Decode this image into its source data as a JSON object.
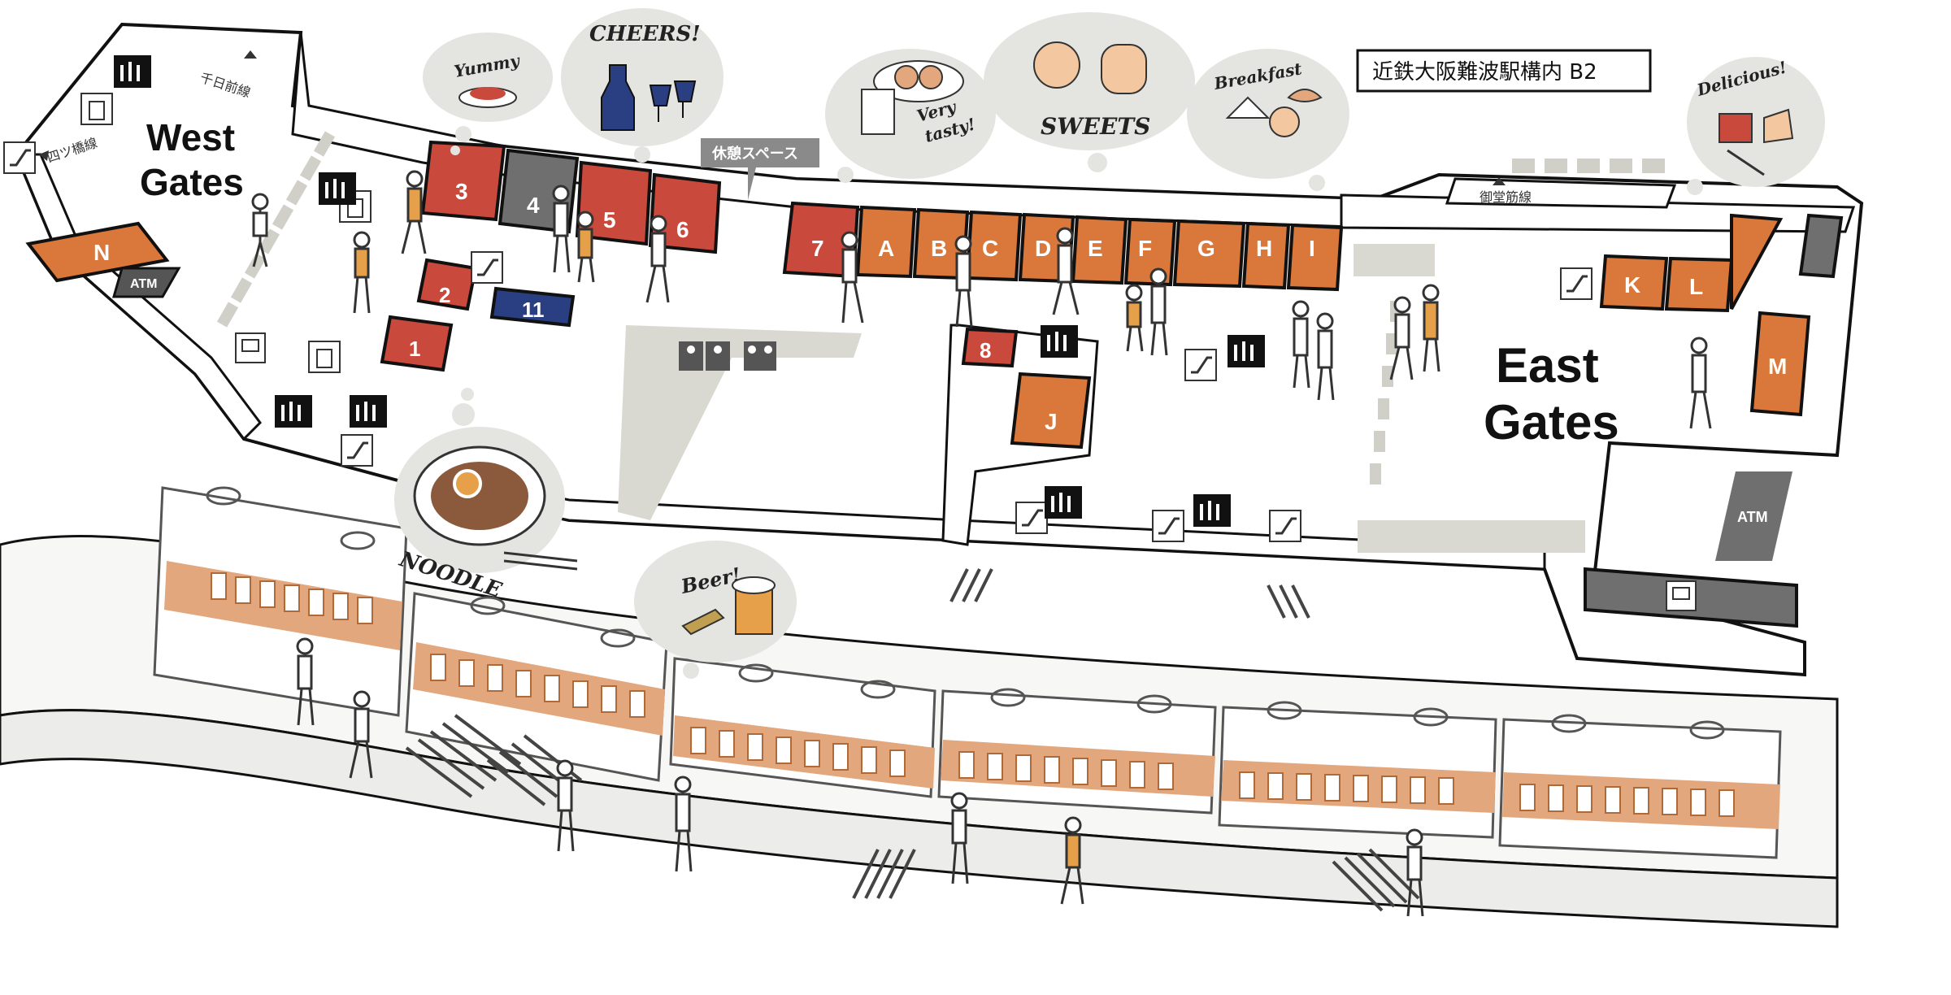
{
  "map_title": "近鉄大阪難波駅構内 B2",
  "gates": {
    "west_line1": "West",
    "west_line2": "Gates",
    "east_line1": "East",
    "east_line2": "Gates"
  },
  "exits": {
    "sennichimae": "千日前線",
    "yotsubashi": "四ツ橋線",
    "midosuji": "御堂筋線"
  },
  "rest_space": "休憩スペース",
  "atm_label": "ATM",
  "shops": [
    {
      "id": "1",
      "category": "red"
    },
    {
      "id": "2",
      "category": "red"
    },
    {
      "id": "3",
      "category": "red"
    },
    {
      "id": "4",
      "category": "gray"
    },
    {
      "id": "5",
      "category": "red"
    },
    {
      "id": "6",
      "category": "red"
    },
    {
      "id": "7",
      "category": "red"
    },
    {
      "id": "8",
      "category": "red"
    },
    {
      "id": "11",
      "category": "blue"
    },
    {
      "id": "N",
      "category": "orange"
    },
    {
      "id": "A",
      "category": "orange"
    },
    {
      "id": "B",
      "category": "orange"
    },
    {
      "id": "C",
      "category": "orange"
    },
    {
      "id": "D",
      "category": "orange"
    },
    {
      "id": "E",
      "category": "orange"
    },
    {
      "id": "F",
      "category": "orange"
    },
    {
      "id": "G",
      "category": "orange"
    },
    {
      "id": "H",
      "category": "orange"
    },
    {
      "id": "I",
      "category": "orange"
    },
    {
      "id": "J",
      "category": "orange"
    },
    {
      "id": "K",
      "category": "orange"
    },
    {
      "id": "L",
      "category": "orange"
    },
    {
      "id": "M",
      "category": "orange"
    }
  ],
  "bubbles": {
    "yummy": "Yummy",
    "cheers": "CHEERS!",
    "very_tasty_1": "Very",
    "very_tasty_2": "tasty!",
    "sweets": "SWEETS",
    "breakfast": "Breakfast",
    "delicious": "Delicious!",
    "noodle": "NOODLE",
    "beer": "Beer!"
  },
  "colors": {
    "red": "#c94a3c",
    "orange": "#d9783a",
    "gray": "#6f6f6f",
    "blue": "#2a3f82",
    "train_band": "#e3a77d",
    "floor_gray": "#d9d9d2",
    "bubble": "#e4e4e0"
  }
}
